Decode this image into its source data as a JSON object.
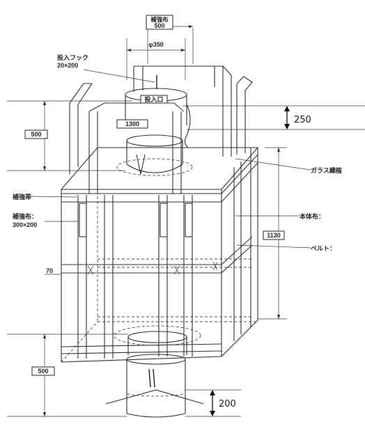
{
  "labels": {
    "reinforce_cloth_top": "補強布",
    "reinforce_cloth_top_size": "500",
    "diameter": "φ350",
    "inlet_hook": "投入フック",
    "inlet_hook_size": "20×200",
    "inlet": "投入口",
    "glass_fiber": "ガラス織植",
    "reinforce_band": "補強帯",
    "reinforce_cloth_side": "補強布：",
    "reinforce_cloth_side_size": "300×200",
    "body_cloth": "本体布：",
    "belt": "ベルト："
  },
  "dimensions": {
    "top_belt_height": "500",
    "belt_width": "1300",
    "gap_250": "250",
    "body_height": "1130",
    "belt_spacing": "70",
    "bottom_height": "500",
    "spout_200": "200"
  }
}
